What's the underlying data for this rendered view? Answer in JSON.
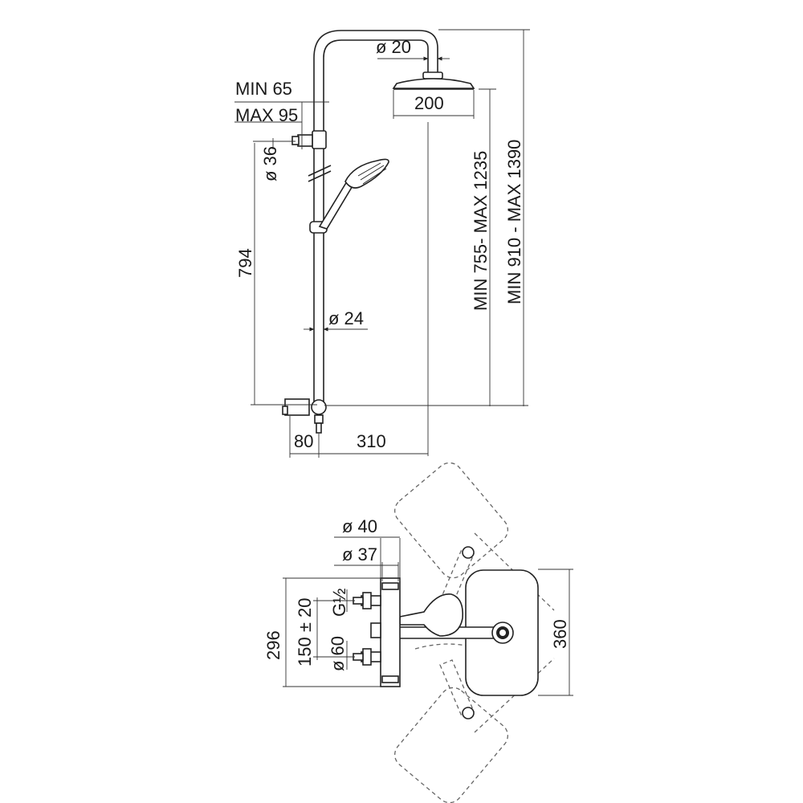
{
  "figure": {
    "elevation": {
      "head_pipe_diameter": "ø 20",
      "head_width": "200",
      "arm_min": "MIN 65",
      "arm_max": "MAX 95",
      "bracket_diameter": "ø 36",
      "bar_height": "794",
      "bar_diameter": "ø 24",
      "range_short": "MIN 755- MAX 1235",
      "range_tall": "MIN 910 - MAX 1390",
      "offset_wall": "80",
      "offset_head": "310"
    },
    "plan": {
      "diameter_outer": "ø 40",
      "diameter_inner": "ø 37",
      "total_height": "296",
      "inlet_spacing": "150 ± 20",
      "thread": "G½",
      "escutcheon": "ø 60",
      "head_size": "360"
    }
  },
  "colors": {
    "line": "#222222",
    "dashed": "#666666",
    "background": "#ffffff"
  }
}
